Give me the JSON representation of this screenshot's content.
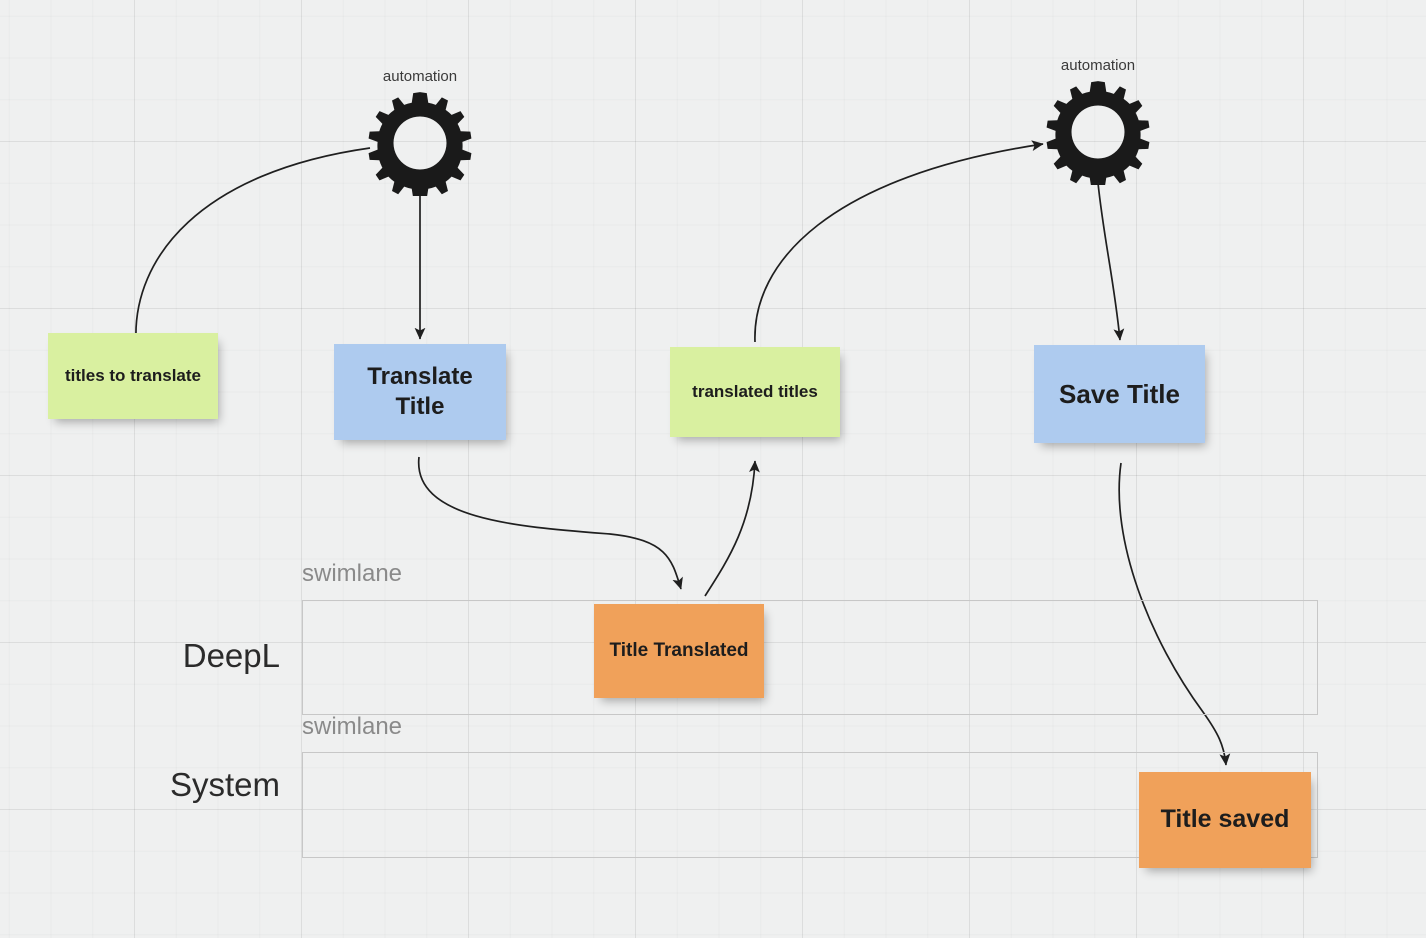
{
  "board": {
    "background_color": "#eff0f0",
    "grid": "major-minor"
  },
  "palette": {
    "green_note": "#d9f0a0",
    "blue_note": "#aecbef",
    "orange_note": "#f0a15a",
    "connector": "#1f1f1f",
    "lane_border": "#c7c7c7",
    "lane_tag_text": "#8a8a8a",
    "lane_title_text": "#2b2b2b"
  },
  "notes": [
    {
      "id": "titles-to-translate",
      "label": "titles to translate",
      "type": "green",
      "font_size": 17
    },
    {
      "id": "translate-title",
      "label": "Translate Title",
      "type": "blue",
      "font_size": 24
    },
    {
      "id": "translated-titles",
      "label": "translated titles",
      "type": "green",
      "font_size": 17
    },
    {
      "id": "save-title",
      "label": "Save Title",
      "type": "blue",
      "font_size": 26
    },
    {
      "id": "title-translated",
      "label": "Title Translated",
      "type": "orange",
      "font_size": 19
    },
    {
      "id": "title-saved",
      "label": "Title saved",
      "type": "orange",
      "font_size": 25
    }
  ],
  "automations": [
    {
      "id": "automation-left",
      "label": "automation"
    },
    {
      "id": "automation-right",
      "label": "automation"
    }
  ],
  "swimlanes": [
    {
      "id": "deepl",
      "tag": "swimlane",
      "title": "DeepL"
    },
    {
      "id": "system",
      "tag": "swimlane",
      "title": "System"
    }
  ],
  "connectors": [
    {
      "id": "titles-to-automation-left",
      "from": "titles-to-translate",
      "to": "automation-left",
      "arrowhead": false
    },
    {
      "id": "automation-left-to-command",
      "from": "automation-left",
      "to": "translate-title",
      "arrowhead": true
    },
    {
      "id": "command-to-event",
      "from": "translate-title",
      "to": "title-translated",
      "arrowhead": true
    },
    {
      "id": "event-to-readmodel",
      "from": "title-translated",
      "to": "translated-titles",
      "arrowhead": true
    },
    {
      "id": "readmodel-to-automation",
      "from": "translated-titles",
      "to": "automation-right",
      "arrowhead": true
    },
    {
      "id": "automation-right-to-command",
      "from": "automation-right",
      "to": "save-title",
      "arrowhead": true
    },
    {
      "id": "save-to-title-saved",
      "from": "save-title",
      "to": "title-saved",
      "arrowhead": true
    }
  ]
}
